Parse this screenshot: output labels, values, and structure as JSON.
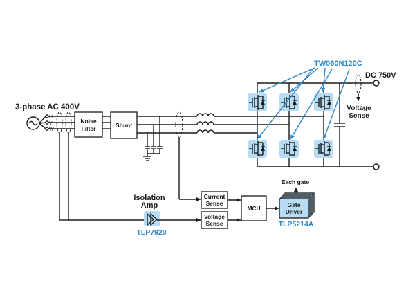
{
  "labels": {
    "source": "3-phase AC 400V",
    "phase_u": "U",
    "phase_v": "V",
    "phase_w": "W",
    "noise_filter_1": "Noise",
    "noise_filter_2": "Filter",
    "shunt": "Shunt",
    "mosfet_part": "TW060N120C",
    "dc_bus": "DC 750V",
    "voltage_sense_out_1": "Voltage",
    "voltage_sense_out_2": "Sense",
    "isolation_amp_1": "Isolation",
    "isolation_amp_2": "Amp",
    "isolation_part": "TLP7920",
    "current_sense_1": "Current",
    "current_sense_2": "Sense",
    "voltage_sense_1": "Voltage",
    "voltage_sense_2": "Sense",
    "mcu": "MCU",
    "each_gate": "Each gate",
    "gate_driver_1": "Gate",
    "gate_driver_2": "Driver",
    "gate_driver_part": "TLP5214A"
  },
  "colors": {
    "accent_blue": "#2c86c8",
    "highlight": "#b7dcf3",
    "line": "#1a1a1a"
  }
}
